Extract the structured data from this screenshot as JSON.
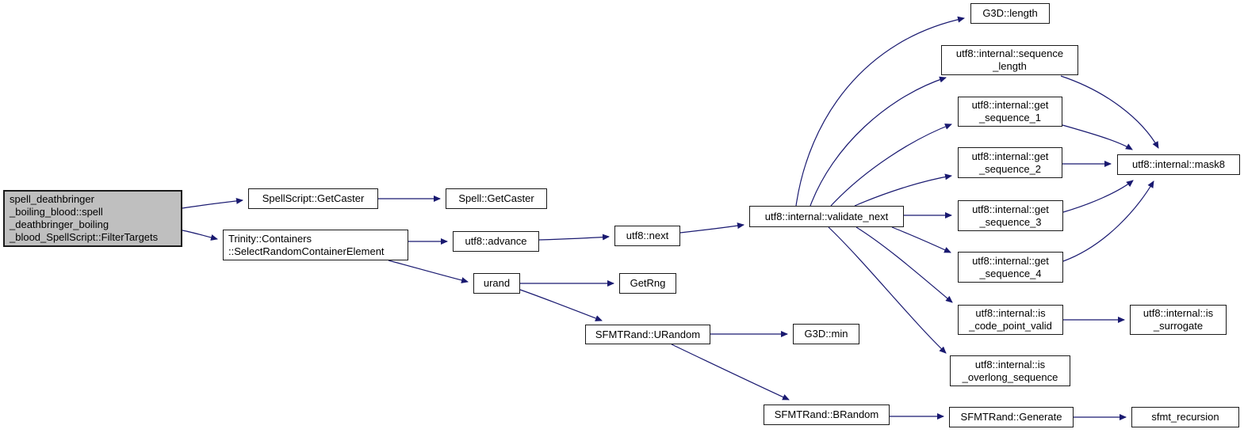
{
  "colors": {
    "background": "#ffffff",
    "edge": "#191970",
    "node_fill": "#ffffff",
    "node_border": "#1a1a1a",
    "root_fill": "#bfbfbf"
  },
  "nodes": {
    "root": {
      "label": "spell_deathbringer\n_boiling_blood::spell\n_deathbringer_boiling\n_blood_SpellScript::FilterTargets"
    },
    "spellscript_getcaster": {
      "label": "SpellScript::GetCaster"
    },
    "spell_getcaster": {
      "label": "Spell::GetCaster"
    },
    "select_random_container_element": {
      "label": "Trinity::Containers\n::SelectRandomContainerElement"
    },
    "utf8_advance": {
      "label": "utf8::advance"
    },
    "utf8_next": {
      "label": "utf8::next"
    },
    "urand": {
      "label": "urand"
    },
    "getrng": {
      "label": "GetRng"
    },
    "sfmtrand_urandom": {
      "label": "SFMTRand::URandom"
    },
    "g3d_min": {
      "label": "G3D::min"
    },
    "sfmtrand_brandom": {
      "label": "SFMTRand::BRandom"
    },
    "sfmtrand_generate": {
      "label": "SFMTRand::Generate"
    },
    "sfmt_recursion": {
      "label": "sfmt_recursion"
    },
    "validate_next": {
      "label": "utf8::internal::validate_next"
    },
    "g3d_length": {
      "label": "G3D::length"
    },
    "sequence_length": {
      "label": "utf8::internal::sequence\n_length"
    },
    "get_sequence_1": {
      "label": "utf8::internal::get\n_sequence_1"
    },
    "get_sequence_2": {
      "label": "utf8::internal::get\n_sequence_2"
    },
    "get_sequence_3": {
      "label": "utf8::internal::get\n_sequence_3"
    },
    "get_sequence_4": {
      "label": "utf8::internal::get\n_sequence_4"
    },
    "mask8": {
      "label": "utf8::internal::mask8"
    },
    "is_code_point_valid": {
      "label": "utf8::internal::is\n_code_point_valid"
    },
    "is_surrogate": {
      "label": "utf8::internal::is\n_surrogate"
    },
    "is_overlong_sequence": {
      "label": "utf8::internal::is\n_overlong_sequence"
    }
  },
  "edges": [
    {
      "from": "root",
      "to": "spellscript_getcaster"
    },
    {
      "from": "root",
      "to": "select_random_container_element"
    },
    {
      "from": "spellscript_getcaster",
      "to": "spell_getcaster"
    },
    {
      "from": "select_random_container_element",
      "to": "utf8_advance"
    },
    {
      "from": "select_random_container_element",
      "to": "urand"
    },
    {
      "from": "utf8_advance",
      "to": "utf8_next"
    },
    {
      "from": "utf8_next",
      "to": "validate_next"
    },
    {
      "from": "urand",
      "to": "getrng"
    },
    {
      "from": "urand",
      "to": "sfmtrand_urandom"
    },
    {
      "from": "sfmtrand_urandom",
      "to": "g3d_min"
    },
    {
      "from": "sfmtrand_urandom",
      "to": "sfmtrand_brandom"
    },
    {
      "from": "sfmtrand_brandom",
      "to": "sfmtrand_generate"
    },
    {
      "from": "sfmtrand_generate",
      "to": "sfmt_recursion"
    },
    {
      "from": "validate_next",
      "to": "g3d_length"
    },
    {
      "from": "validate_next",
      "to": "sequence_length"
    },
    {
      "from": "validate_next",
      "to": "get_sequence_1"
    },
    {
      "from": "validate_next",
      "to": "get_sequence_2"
    },
    {
      "from": "validate_next",
      "to": "get_sequence_3"
    },
    {
      "from": "validate_next",
      "to": "get_sequence_4"
    },
    {
      "from": "validate_next",
      "to": "is_code_point_valid"
    },
    {
      "from": "validate_next",
      "to": "is_overlong_sequence"
    },
    {
      "from": "sequence_length",
      "to": "mask8"
    },
    {
      "from": "get_sequence_1",
      "to": "mask8"
    },
    {
      "from": "get_sequence_2",
      "to": "mask8"
    },
    {
      "from": "get_sequence_3",
      "to": "mask8"
    },
    {
      "from": "get_sequence_4",
      "to": "mask8"
    },
    {
      "from": "is_code_point_valid",
      "to": "is_surrogate"
    }
  ]
}
